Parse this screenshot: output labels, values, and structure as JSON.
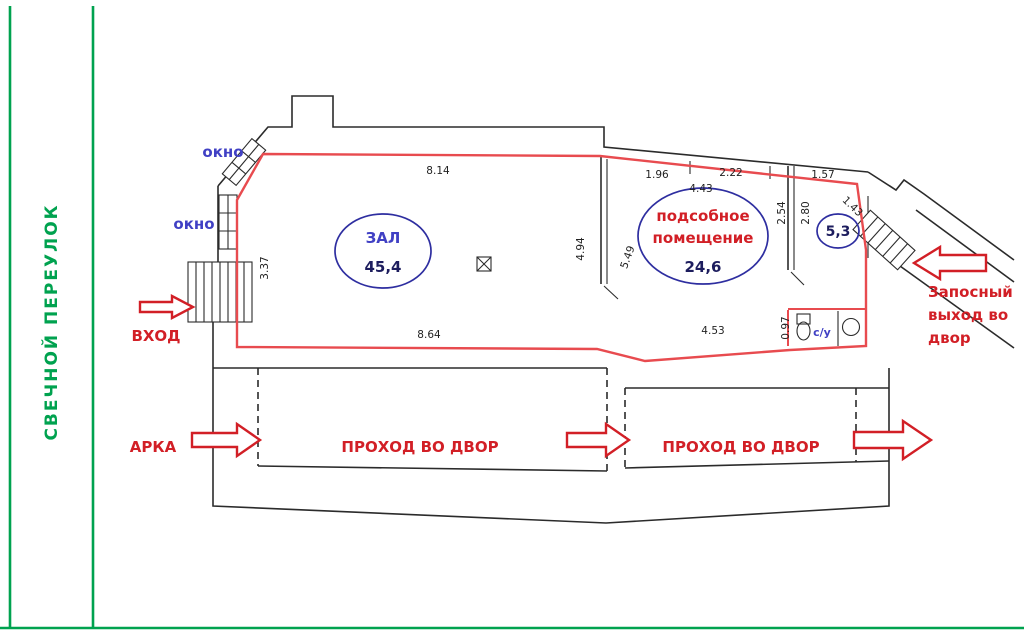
{
  "street": {
    "label": "СВЕЧНОЙ ПЕРЕУЛОК"
  },
  "labels": {
    "window_top": "окно",
    "window_left": "окно",
    "entrance": "ВХОД",
    "arch": "АРКА",
    "passage_left": "ПРОХОД ВО ДВОР",
    "passage_right": "ПРОХОД ВО ДВОР",
    "exit_line1": "Запосный",
    "exit_line2": "выход во",
    "exit_line3": "двор",
    "wc": "с/у"
  },
  "rooms": {
    "hall": {
      "name": "ЗАЛ",
      "area": "45,4"
    },
    "utility": {
      "name_line1": "подсобное",
      "name_line2": "помещение",
      "area": "24,6"
    },
    "small_room": {
      "area": "5,3"
    }
  },
  "dimensions": {
    "hall_top": "8.14",
    "hall_bottom": "8.64",
    "hall_left": "3.37",
    "hall_right": "4.94",
    "hall_diagonal": "5.49",
    "utility_top": "4.43",
    "utility_bottom": "4.53",
    "seg_1_96": "1.96",
    "seg_2_22": "2.22",
    "seg_1_57": "1.57",
    "seg_2_54": "2.54",
    "seg_2_80": "2.80",
    "stairs": "1.43",
    "wc_width": "0.97"
  },
  "colors": {
    "green": "#00A24F",
    "red_outline": "#E84B4F",
    "red_text": "#D21F26",
    "blue_text": "#4040C4",
    "navy_text": "#1D1D5E",
    "ellipse_stroke": "#2E2EA0",
    "line": "#2B2B2B"
  }
}
